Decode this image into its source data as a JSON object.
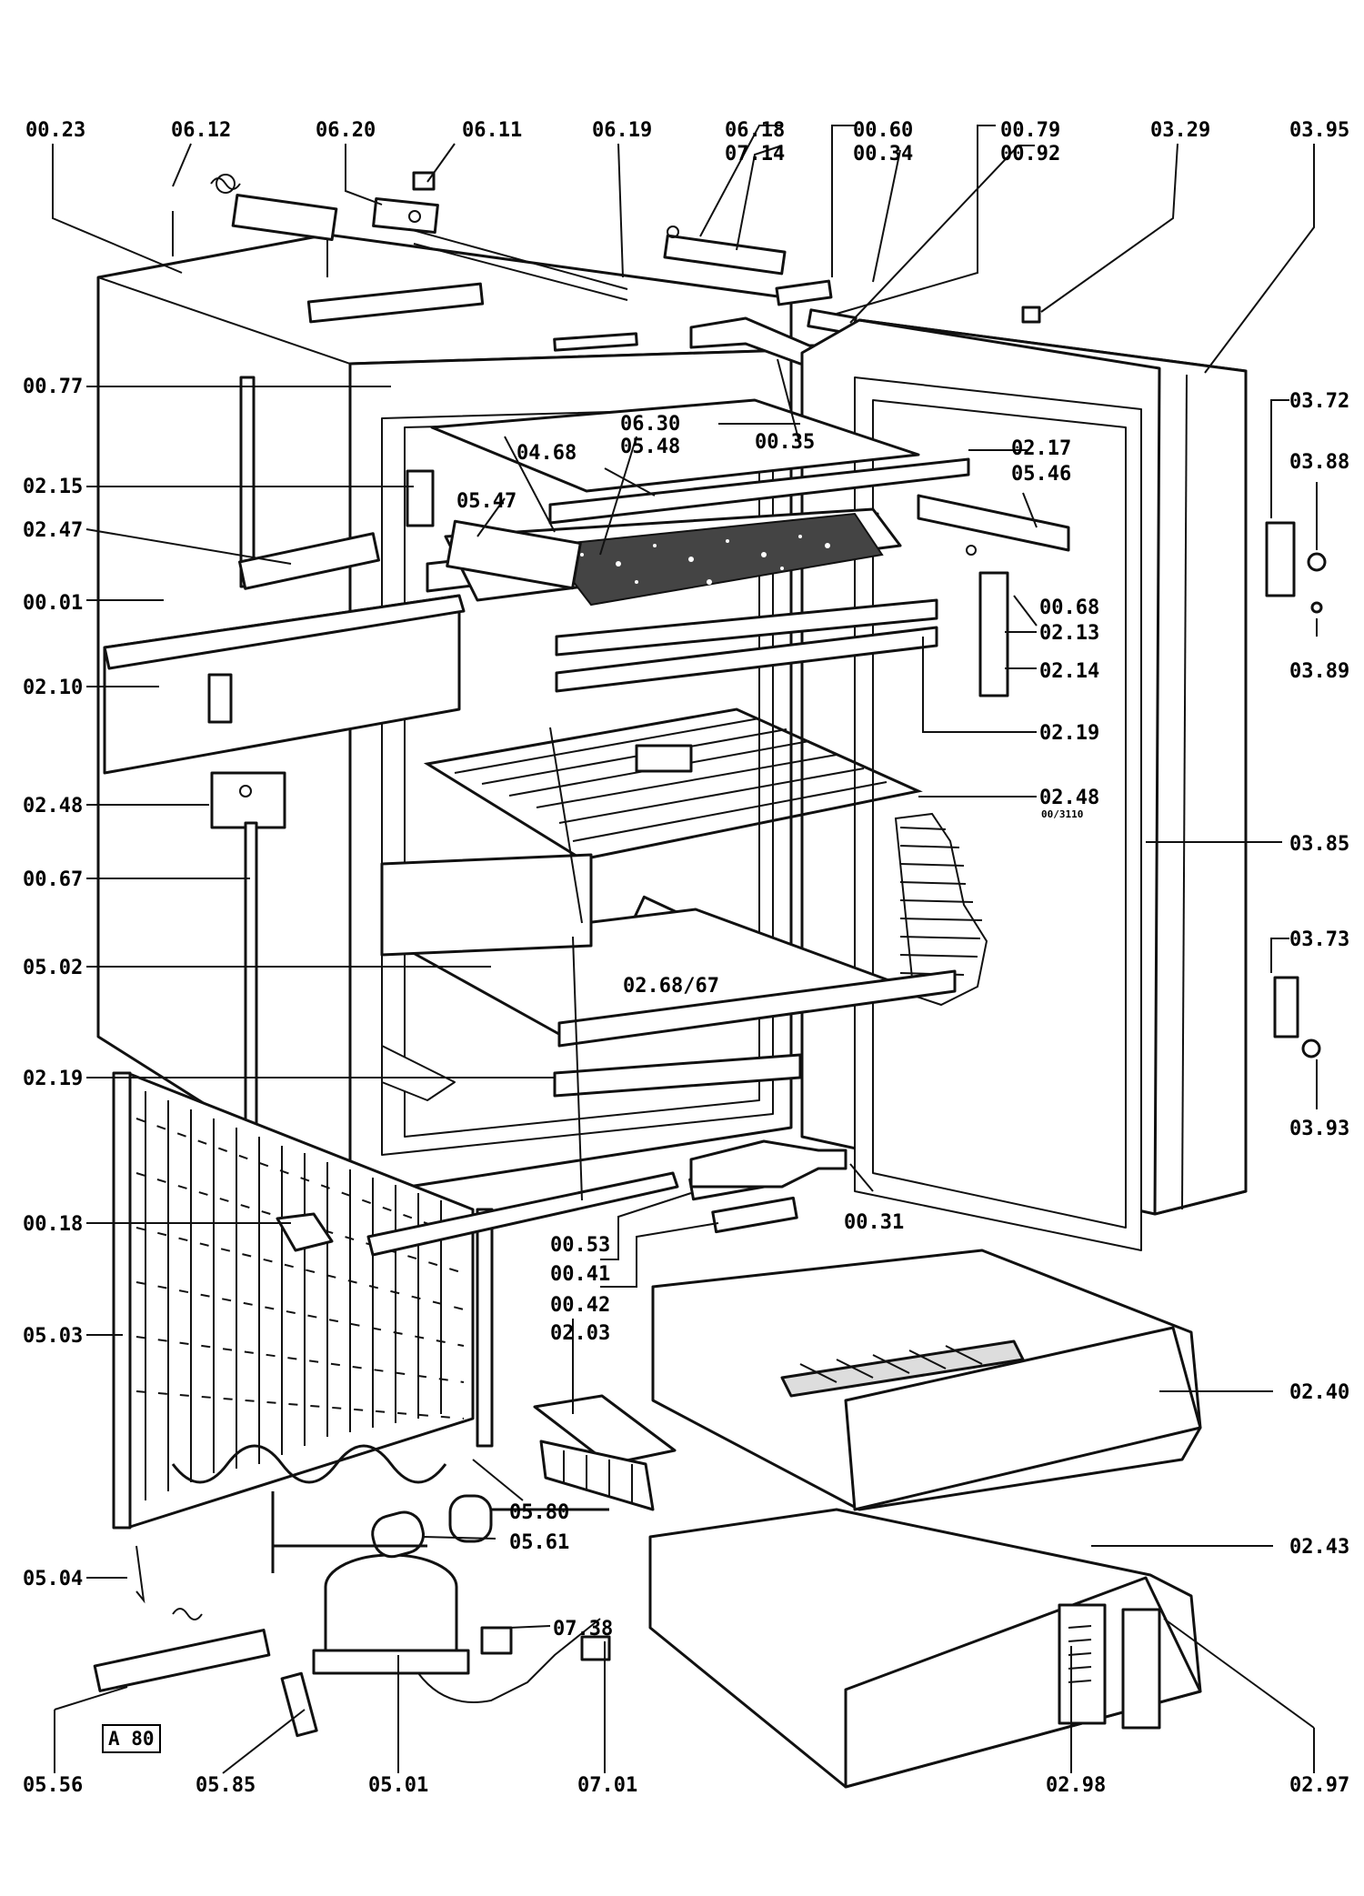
{
  "labels": {
    "l0023": "00.23",
    "l0612": "06.12",
    "l0620": "06.20",
    "l0611": "06.11",
    "l0619": "06.19",
    "l0618": "06.18",
    "l0714": "07.14",
    "l0060": "00.60",
    "l0034": "00.34",
    "l0079": "00.79",
    "l0092": "00.92",
    "l0329": "03.29",
    "l0395": "03.95",
    "l0077": "00.77",
    "l0630": "06.30",
    "l0035": "00.35",
    "l0468": "04.68",
    "l0548": "05.48",
    "l0217": "02.17",
    "l0546": "05.46",
    "l0372": "03.72",
    "l0388": "03.88",
    "l0215": "02.15",
    "l0547": "05.47",
    "l0247": "02.47",
    "l0001": "00.01",
    "l0068": "00.68",
    "l0213": "02.13",
    "l0214": "02.14",
    "l0389": "03.89",
    "l0210": "02.10",
    "l0219a": "02.19",
    "l0248a": "02.48",
    "l0248sub": "00/3110",
    "l0248b": "02.48",
    "l0385": "03.85",
    "l0067": "00.67",
    "l0373": "03.73",
    "l0502": "05.02",
    "l0268": "02.68/67",
    "l0219b": "02.19",
    "l0393": "03.93",
    "l0018": "00.18",
    "l0031": "00.31",
    "l0053": "00.53",
    "l0041": "00.41",
    "l0042": "00.42",
    "l0503": "05.03",
    "l0203": "02.03",
    "l0240": "02.40",
    "l0580": "05.80",
    "l0561": "05.61",
    "l0243": "02.43",
    "l0504": "05.04",
    "l0738": "07.38",
    "l0556": "05.56",
    "l0585": "05.85",
    "l0501": "05.01",
    "l0701": "07.01",
    "l0298": "02.98",
    "l0297": "02.97",
    "a80": "A 80"
  }
}
